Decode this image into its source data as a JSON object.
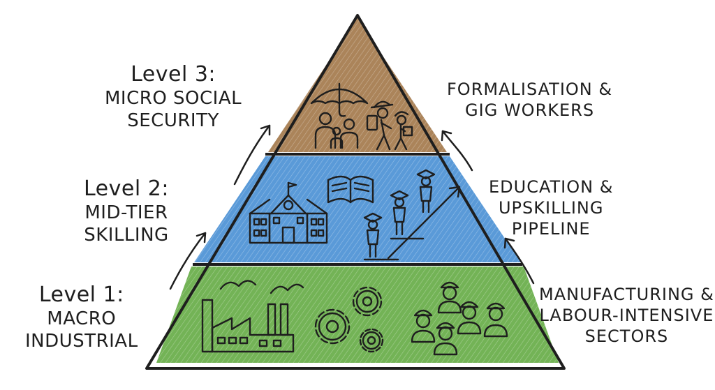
{
  "diagram": {
    "levels": [
      {
        "title": "Level 3:",
        "lines": [
          "MICRO SOCIAL",
          "SECURITY"
        ],
        "fill": "#ab845a"
      },
      {
        "title": "Level 2:",
        "lines": [
          "MID-TIER",
          "SKILLING"
        ],
        "fill": "#5a9ad8"
      },
      {
        "title": "Level 1:",
        "lines": [
          "MACRO",
          "INDUSTRIAL"
        ],
        "fill": "#73b356"
      }
    ],
    "drivers": [
      {
        "lines": [
          "FORMALISATION &",
          "GIG WORKERS"
        ]
      },
      {
        "lines": [
          "EDUCATION &",
          "UPSKILLING",
          "PIPELINE"
        ]
      },
      {
        "lines": [
          "MANUFACTURING &",
          "LABOUR-INTENSIVE",
          "SECTORS"
        ]
      }
    ],
    "icons": [
      "umbrella-family-icon",
      "gig-worker-icon",
      "delivery-worker-icon",
      "open-book-icon",
      "school-building-icon",
      "graduates-ladder-icon",
      "factory-icon",
      "gears-icon",
      "workers-helmets-icon"
    ]
  }
}
